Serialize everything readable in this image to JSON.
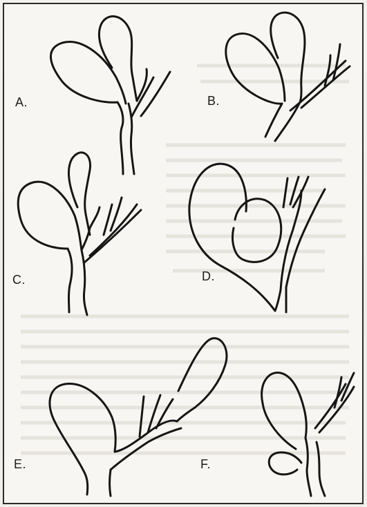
{
  "panels": [
    {
      "id": "a",
      "label": "A."
    },
    {
      "id": "b",
      "label": "B."
    },
    {
      "id": "c",
      "label": "C."
    },
    {
      "id": "d",
      "label": "D."
    },
    {
      "id": "e",
      "label": "E."
    },
    {
      "id": "f",
      "label": "F."
    }
  ],
  "colors": {
    "ink": "#151515",
    "paper": "#f7f6f2",
    "bleed_text": "#cfcac1"
  }
}
